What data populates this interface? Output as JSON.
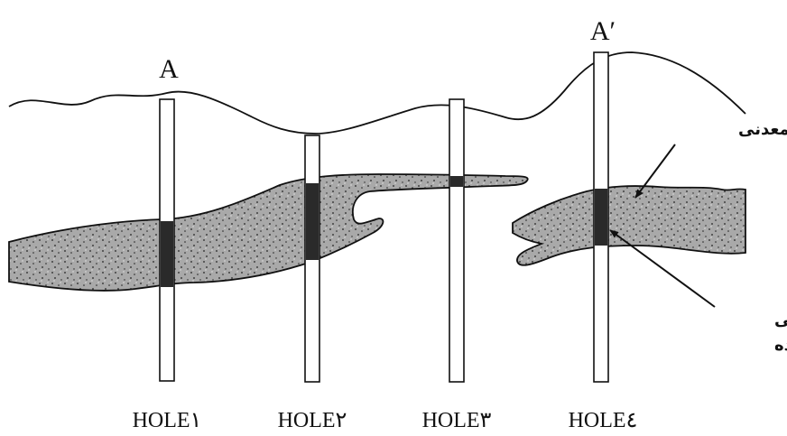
{
  "section": {
    "left_label": "A",
    "right_label": "A′"
  },
  "holes": [
    {
      "label": "HOLE١"
    },
    {
      "label": "HOLE٢"
    },
    {
      "label": "HOLE٣"
    },
    {
      "label": "HOLE٤"
    }
  ],
  "annotations": {
    "ore_body": "ماده معدنی",
    "drilled_ore_line1": "ماده معدنی",
    "drilled_ore_line2": "حفاری شده"
  },
  "colors": {
    "ore_fill": "#a9a9a9",
    "ore_intersection": "#2a2a2a",
    "line": "#111111"
  }
}
